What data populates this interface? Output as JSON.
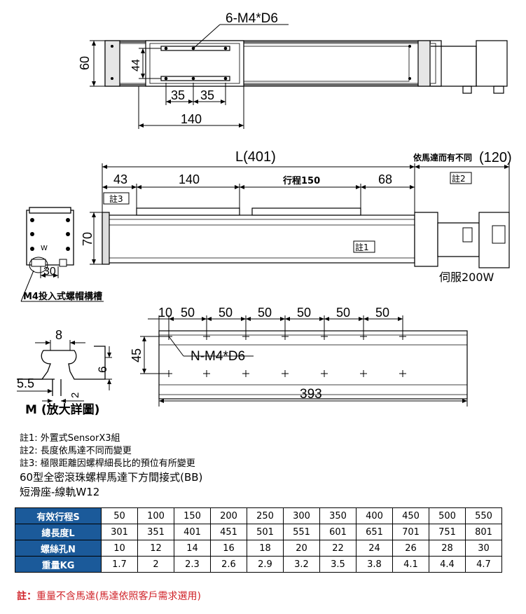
{
  "top_view": {
    "callout": "6-M4*D6",
    "dims": {
      "height": "60",
      "inner_height": "44",
      "pitch_a": "35",
      "pitch_b": "35",
      "width": "140"
    }
  },
  "side_view": {
    "overall": "L(401)",
    "motor_note": "依馬達而有不同",
    "motor_len": "(120)",
    "seg1": "43",
    "seg2": "140",
    "stroke": "行程150",
    "seg4": "68",
    "height": "70",
    "note1_tag": "註1",
    "note2_tag": "註2",
    "note3_tag": "註3",
    "motor_label": "伺服200W"
  },
  "end_view": {
    "w_label": "W",
    "dim_30": "30",
    "nut_label": "M4投入式螺帽構槽"
  },
  "rail_view": {
    "pitches": [
      "10",
      "50",
      "50",
      "50",
      "50",
      "50",
      "50"
    ],
    "width": "45",
    "callout": "N-M4*D6",
    "length": "393"
  },
  "detail_m": {
    "title": "M (放大詳圖)",
    "dim_8": "8",
    "dim_55": "5.5",
    "dim_2": "2",
    "dim_6": "6"
  },
  "notes": [
    "註1: 外置式SensorX3組",
    "註2: 長度依馬達不同而變更",
    "註3: 極限距離因螺桿細長比的預位有所變更"
  ],
  "subtitle_1": "60型全密滾珠螺桿馬達下方間接式(BB)",
  "subtitle_2": "短滑座-線軌W12",
  "spec_table": {
    "rows": [
      {
        "label": "有效行程S",
        "values": [
          "50",
          "100",
          "150",
          "200",
          "250",
          "300",
          "350",
          "400",
          "450",
          "500",
          "550"
        ]
      },
      {
        "label": "總長度L",
        "values": [
          "301",
          "351",
          "401",
          "451",
          "501",
          "551",
          "601",
          "651",
          "701",
          "751",
          "801"
        ]
      },
      {
        "label": "螺絲孔N",
        "values": [
          "10",
          "12",
          "14",
          "16",
          "18",
          "20",
          "22",
          "24",
          "26",
          "28",
          "30"
        ]
      },
      {
        "label": "重量KG",
        "values": [
          "1.7",
          "2",
          "2.3",
          "2.6",
          "2.9",
          "3.2",
          "3.5",
          "3.8",
          "4.1",
          "4.4",
          "4.7"
        ]
      }
    ]
  },
  "footnote": {
    "prefix": "註：",
    "text": "重量不含馬達(馬達依照客戶需求選用)"
  }
}
